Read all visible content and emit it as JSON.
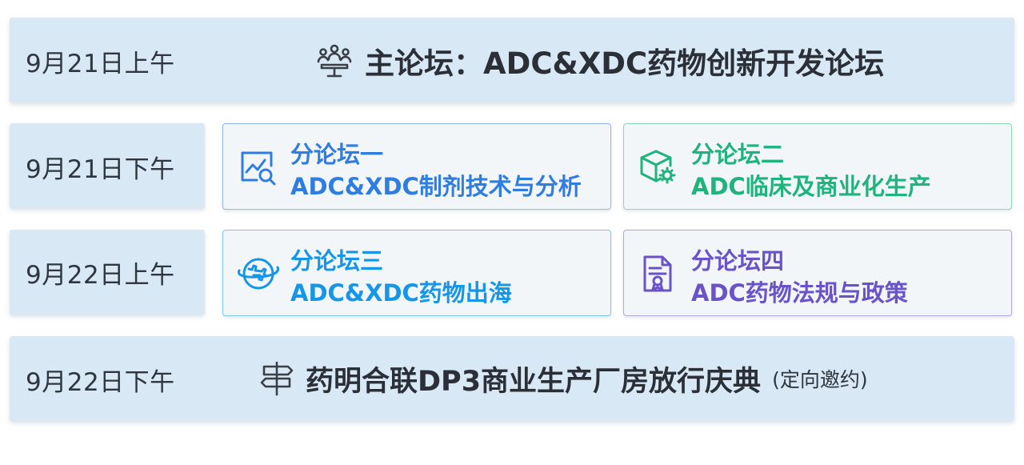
{
  "rows": [
    {
      "date": "9月21日上午",
      "title": "主论坛：ADC&XDC药物创新开发论坛"
    },
    {
      "date": "9月21日下午"
    },
    {
      "date": "9月22日上午"
    },
    {
      "date": "9月22日下午",
      "title": "药明合联DP3商业生产厂房放行庆典",
      "note": "(定向邀约)"
    }
  ],
  "cards": [
    {
      "line1": "分论坛一",
      "line2": "ADC&XDC制剂技术与分析",
      "color": "#2e7de0",
      "icon": "chart-analysis-icon"
    },
    {
      "line1": "分论坛二",
      "line2": "ADC临床及商业化生产",
      "color": "#1fb37d",
      "icon": "box-gear-icon"
    },
    {
      "line1": "分论坛三",
      "line2": "ADC&XDC药物出海",
      "color": "#1596e6",
      "icon": "globe-plane-icon"
    },
    {
      "line1": "分论坛四",
      "line2": "ADC药物法规与政策",
      "color": "#6a52c8",
      "icon": "document-certificate-icon"
    }
  ]
}
